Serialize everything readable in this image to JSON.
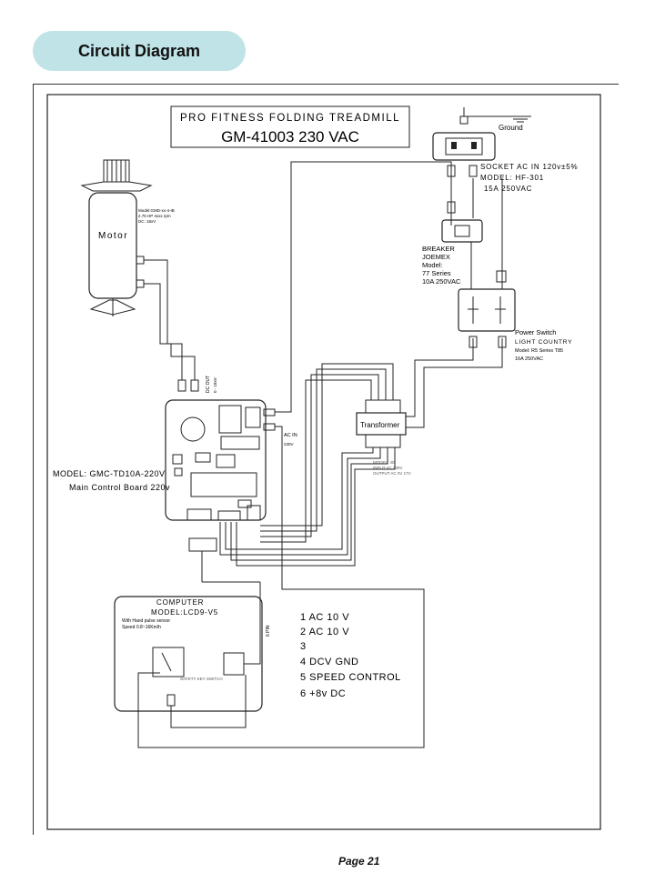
{
  "header": {
    "title": "Circuit Diagram"
  },
  "page": {
    "number": "Page 21"
  },
  "product": {
    "line1": "PRO FITNESS FOLDING TREADMILL",
    "line2": "GM-41003 230 VAC"
  },
  "motor": {
    "label": "Motor",
    "spec1": "Model:GMD-xx-4-IB",
    "spec2": "2.75 HP 4xxx rpm",
    "spec3": "DC: 18xV"
  },
  "dc_out": {
    "label1": "DC OUT",
    "label2": "0 - 18xV"
  },
  "ac_in": {
    "label1": "AC IN",
    "label2": "230V"
  },
  "control_board": {
    "model": "MODEL: GMC-TD10A-220V",
    "name": "Main Control Board 220v"
  },
  "ground": {
    "label": "Ground"
  },
  "socket": {
    "line1": "SOCKET AC IN 120v±5%",
    "line2": "MODEL: HF-301",
    "line3": "15A 250VAC"
  },
  "breaker": {
    "line1": "BREAKER",
    "line2": "JOEMEX",
    "line3": "Model:",
    "line4": "77 Series",
    "line5": "10A 250VAC"
  },
  "power_switch": {
    "line1": "Power Switch",
    "line2": "LIGHT COUNTRY",
    "line3": "Model: R5 Series T85",
    "line4": "16A 250VAC"
  },
  "transformer": {
    "label": "Transformer",
    "spec1": "MODEL: 40",
    "spec2": "INPUT AC 230V",
    "spec3": "OUTPUT AC 0V 17V"
  },
  "computer": {
    "line1": "COMPUTER",
    "line2": "MODEL:LCD9-V5",
    "line3": "With Hand pulse sensor",
    "line4": "Speed 0.8~16Km/h",
    "sensor": "SAFETY KEY SWITCH"
  },
  "cable": {
    "label": "6 PIN"
  },
  "pins": [
    {
      "label": "1  AC 10 V"
    },
    {
      "label": "2  AC 10 V"
    },
    {
      "label": "3"
    },
    {
      "label": "4  DCV GND"
    },
    {
      "label": "5  SPEED CONTROL"
    },
    {
      "label": "6 +8v DC"
    }
  ]
}
